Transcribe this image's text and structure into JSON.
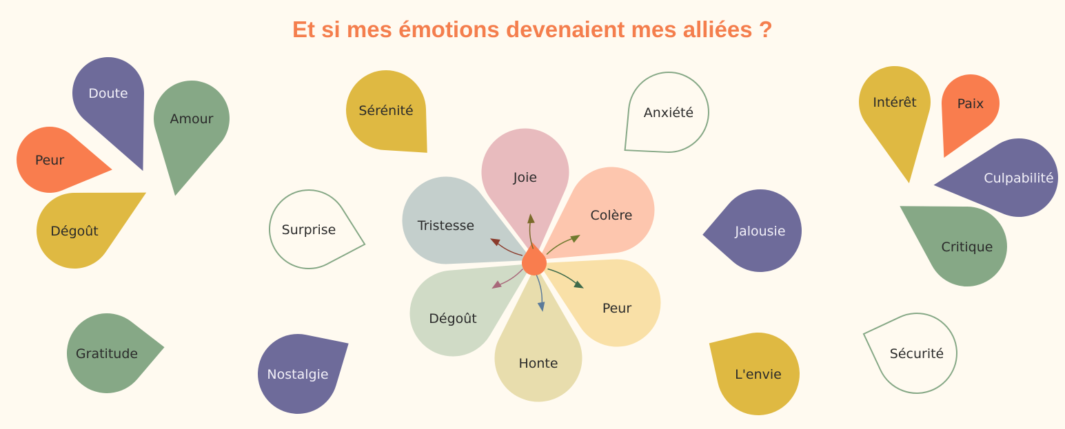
{
  "title": "Et si mes émotions devenaient mes alliées ?",
  "colors": {
    "background": "#fffaf0",
    "title": "#f47e4d",
    "purple": "#6e6b9a",
    "green": "#86a886",
    "orange": "#f97d4e",
    "yellow": "#dfb942",
    "outline": "#86a886"
  },
  "flower": {
    "petals": [
      {
        "label": "Joie",
        "color": "#e8bbbe",
        "arrow": "#7a6a2a"
      },
      {
        "label": "Colère",
        "color": "#fdc6ae",
        "arrow": "#6f7a2e"
      },
      {
        "label": "Peur",
        "color": "#f9e0a7",
        "arrow": "#3e6a4a"
      },
      {
        "label": "Honte",
        "color": "#e8ddad",
        "arrow": "#5a7a9a"
      },
      {
        "label": "Dégoût",
        "color": "#d0dbc6",
        "arrow": "#a8687a"
      },
      {
        "label": "Tristesse",
        "color": "#c4cfcc",
        "arrow": "#8a3a2a"
      }
    ],
    "center_color": "#f97d4e"
  },
  "drops": [
    {
      "label": "Doute",
      "style": "purple"
    },
    {
      "label": "Amour",
      "style": "green"
    },
    {
      "label": "Peur",
      "style": "orange"
    },
    {
      "label": "Dégoût",
      "style": "yellow"
    },
    {
      "label": "Gratitude",
      "style": "green"
    },
    {
      "label": "Sérénité",
      "style": "yellow"
    },
    {
      "label": "Surprise",
      "style": "outline"
    },
    {
      "label": "Nostalgie",
      "style": "purple"
    },
    {
      "label": "Anxiété",
      "style": "outline"
    },
    {
      "label": "Jalousie",
      "style": "purple"
    },
    {
      "label": "L'envie",
      "style": "yellow"
    },
    {
      "label": "Intérêt",
      "style": "yellow"
    },
    {
      "label": "Paix",
      "style": "orange"
    },
    {
      "label": "Culpabilité",
      "style": "purple"
    },
    {
      "label": "Critique",
      "style": "green"
    },
    {
      "label": "Sécurité",
      "style": "outline"
    }
  ]
}
